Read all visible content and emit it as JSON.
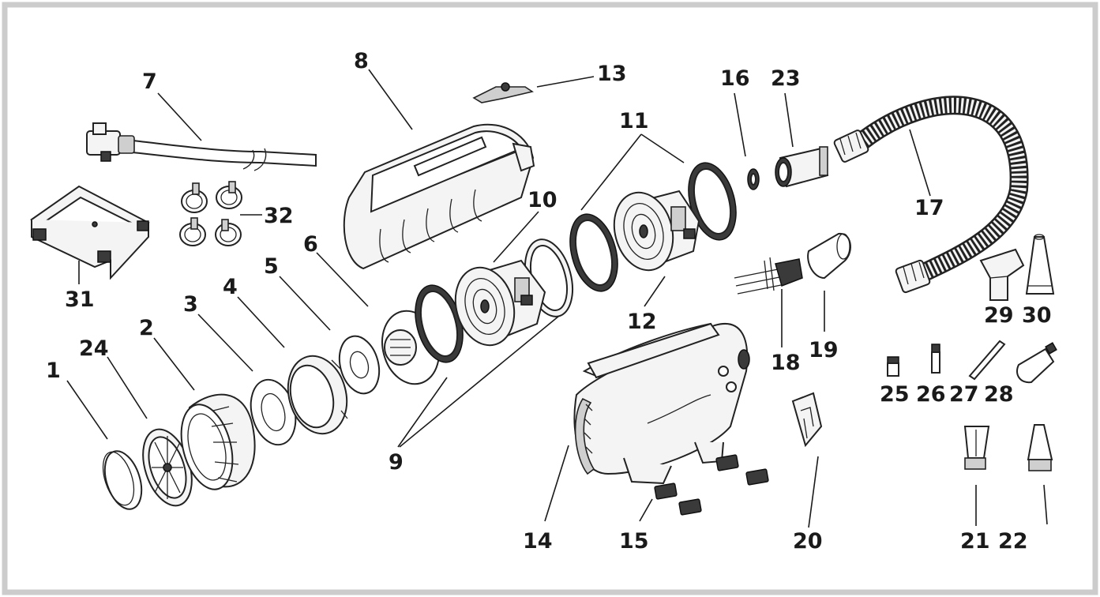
{
  "colors": {
    "border": "#cccccc",
    "line": "#1a1a1a",
    "part_fill": "#f4f4f4",
    "dark": "#3a3a3a"
  },
  "labels": {
    "l1": "1",
    "l2": "2",
    "l3": "3",
    "l4": "4",
    "l5": "5",
    "l6": "6",
    "l7": "7",
    "l8": "8",
    "l9": "9",
    "l10": "10",
    "l11": "11",
    "l12": "12",
    "l13": "13",
    "l14": "14",
    "l15": "15",
    "l16": "16",
    "l17": "17",
    "l18": "18",
    "l19": "19",
    "l20": "20",
    "l21": "21",
    "l22": "22",
    "l23": "23",
    "l24": "24",
    "l25": "25",
    "l26": "26",
    "l27": "27",
    "l28": "28",
    "l29": "29",
    "l30": "30",
    "l31": "31",
    "l32": "32"
  }
}
